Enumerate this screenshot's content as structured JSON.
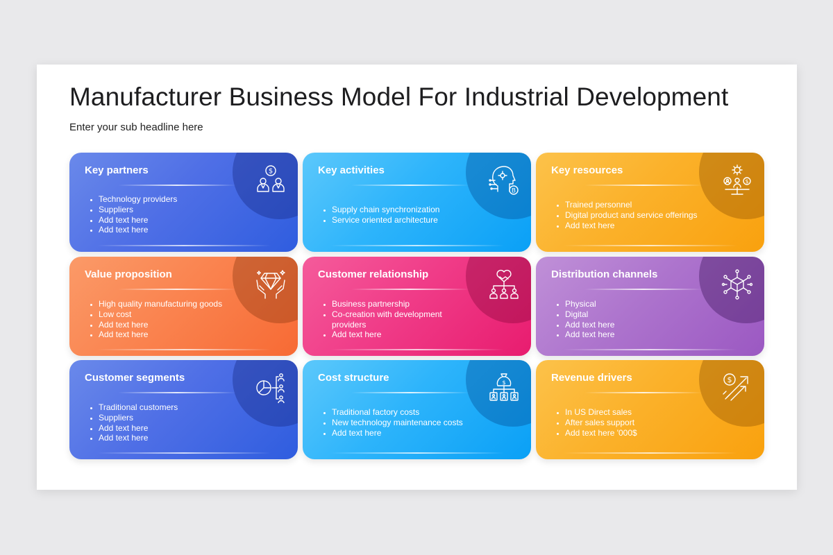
{
  "slide": {
    "title": "Manufacturer Business Model For Industrial Development",
    "subtitle": "Enter your sub headline here"
  },
  "colors": {
    "blue": "#4f6fe6",
    "cyan": "#2db4fb",
    "amber": "#fbb12a",
    "orange": "#fa8450",
    "pink": "#f03c88",
    "purple": "#ad74cd"
  },
  "cards": [
    {
      "title": "Key partners",
      "icon": "partners-money-icon",
      "items": [
        "Technology providers",
        "Suppliers",
        "Add text here",
        "Add text here"
      ]
    },
    {
      "title": "Key activities",
      "icon": "robot-head-bitcoin-icon",
      "items": [
        "Supply chain synchronization",
        "Service oriented architecture"
      ]
    },
    {
      "title": "Key resources",
      "icon": "gear-people-money-icon",
      "items": [
        "Trained personnel",
        "Digital product and service offerings",
        "Add text here"
      ]
    },
    {
      "title": "Value proposition",
      "icon": "hands-diamond-icon",
      "items": [
        "High quality manufacturing goods",
        "Low cost",
        "Add text here",
        "Add text here"
      ]
    },
    {
      "title": "Customer relationship",
      "icon": "heart-handshake-people-icon",
      "items": [
        "Business partnership",
        "Co-creation with development providers",
        "Add text here"
      ]
    },
    {
      "title": "Distribution channels",
      "icon": "package-network-icon",
      "items": [
        "Physical",
        "Digital",
        "Add text here",
        "Add text here"
      ]
    },
    {
      "title": "Customer segments",
      "icon": "pie-chart-people-icon",
      "items": [
        "Traditional customers",
        "Suppliers",
        "Add text here",
        "Add text here"
      ]
    },
    {
      "title": "Cost structure",
      "icon": "money-bag-hierarchy-icon",
      "items": [
        "Traditional factory costs",
        "New technology maintenance costs",
        "Add text here"
      ]
    },
    {
      "title": "Revenue drivers",
      "icon": "dollar-growth-arrows-icon",
      "items": [
        "In US Direct sales",
        "After sales support",
        "Add text here '000$"
      ]
    }
  ]
}
